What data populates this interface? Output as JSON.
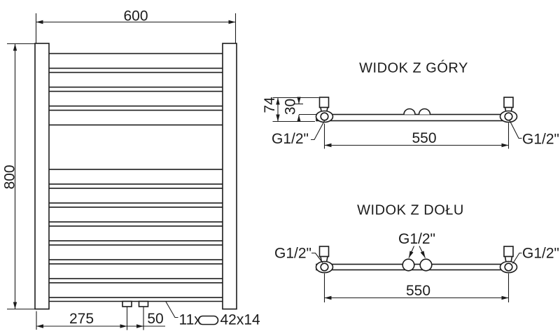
{
  "drawing": {
    "front_view": {
      "width": "600",
      "height": "800",
      "bottom_left_offset": "275",
      "connection_spacing": "50",
      "rung_count": "11x",
      "rung_profile": "42x14"
    },
    "top_view": {
      "title": "WIDOK Z GÓRY",
      "depth": "74",
      "bracket_offset": "30",
      "connection_spacing": "550",
      "thread_left": "G1/2\"",
      "thread_right": "G1/2\""
    },
    "bottom_view": {
      "title": "WIDOK Z DOŁU",
      "connection_spacing": "550",
      "thread_left": "G1/2\"",
      "thread_center": "G1/2\"",
      "thread_right": "G1/2\""
    },
    "colors": {
      "line": "#1c1c1c",
      "background": "#ffffff"
    }
  }
}
